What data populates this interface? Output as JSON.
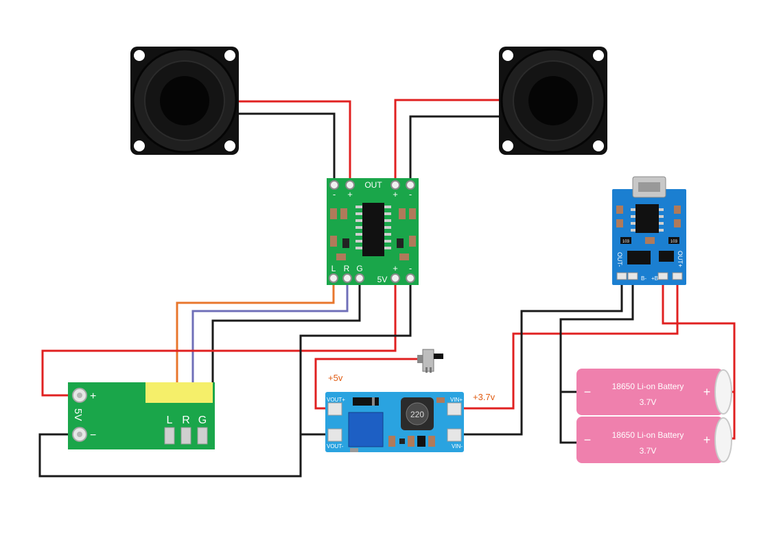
{
  "amplifier": {
    "out_label": "OUT",
    "pin_minus": "-",
    "pin_plus": "+",
    "pin_l": "L",
    "pin_r": "R",
    "pin_g": "G",
    "pin_5v": "5V"
  },
  "bluetooth_module": {
    "plus_label": "+",
    "minus_label": "−",
    "voltage_label": "5V",
    "pin_l": "L",
    "pin_r": "R",
    "pin_g": "G"
  },
  "boost_converter": {
    "vout_plus": "VOUT+",
    "vout_minus": "VOUT-",
    "vin_plus": "VIN+",
    "vin_minus": "VIN-",
    "inductor_value": "220"
  },
  "charger_module": {
    "out_minus": "OUT-",
    "out_plus": "OUT+",
    "b_minus": "B-",
    "b_plus": "+B",
    "resistor_1": "103",
    "resistor_2": "103"
  },
  "annotations": {
    "plus_5v": "+5v",
    "plus_3_7v": "+3.7v"
  },
  "batteries": [
    {
      "name": "18650 Li-on Battery",
      "voltage": "3.7V",
      "minus": "−",
      "plus": "+"
    },
    {
      "name": "18650 Li-on Battery",
      "voltage": "3.7V",
      "minus": "−",
      "plus": "+"
    }
  ],
  "colors": {
    "wire_red": "#e02020",
    "wire_black": "#1a1a1a",
    "wire_orange": "#e8762c",
    "wire_purple": "#6f6fb8",
    "pcb_green": "#1aa64a",
    "pcb_blue": "#2aa3e0",
    "charger_blue": "#1b7fd1",
    "battery_pink": "#ef80ad",
    "annotation_orange": "#e05a10",
    "header_yellow": "#f5ef6a"
  }
}
